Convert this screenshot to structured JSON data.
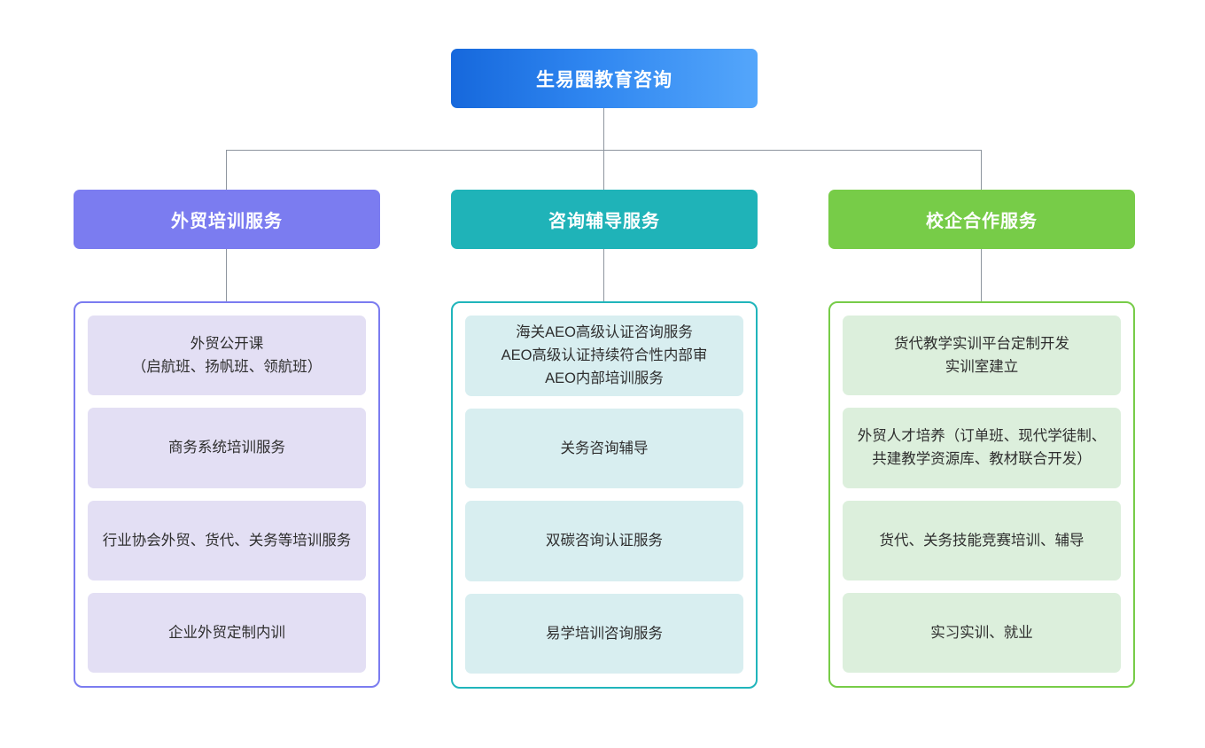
{
  "chart_data": {
    "type": "diagram",
    "title": "生易圈教育咨询 服务组织结构图",
    "orientation": "top-down",
    "levels": 3
  },
  "root": {
    "label": "生易圈教育咨询",
    "color_start": "#1668dc",
    "color_end": "#54a6fb"
  },
  "branches": [
    {
      "header": "外贸培训服务",
      "color": "#7b7cf0",
      "card_bg": "#e3dff4",
      "items": [
        "外贸公开课\n（启航班、扬帆班、领航班）",
        "商务系统培训服务",
        "行业协会外贸、货代、关务等培训服务",
        "企业外贸定制内训"
      ]
    },
    {
      "header": "咨询辅导服务",
      "color": "#1fb3b8",
      "card_bg": "#d8eef0",
      "items": [
        "海关AEO高级认证咨询服务\nAEO高级认证持续符合性内部审\nAEO内部培训服务",
        "关务咨询辅导",
        "双碳咨询认证服务",
        "易学培训咨询服务"
      ]
    },
    {
      "header": "校企合作服务",
      "color": "#77cc48",
      "card_bg": "#dcefdc",
      "items": [
        "货代教学实训平台定制开发\n实训室建立",
        "外贸人才培养（订单班、现代学徒制、共建教学资源库、教材联合开发）",
        "货代、关务技能竞赛培训、辅导",
        "实习实训、就业"
      ]
    }
  ],
  "connector_color": "#8d959e"
}
